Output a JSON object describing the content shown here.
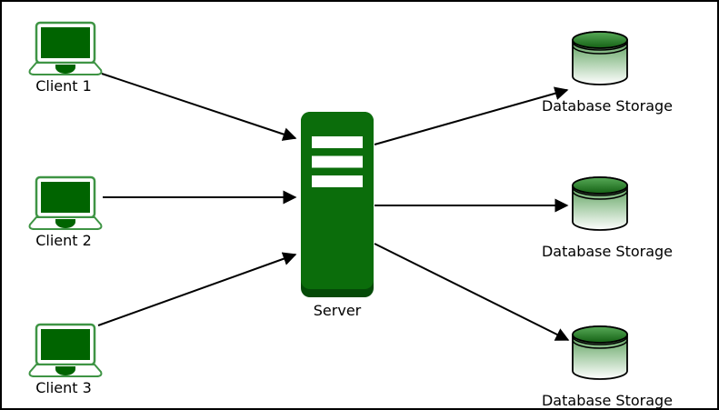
{
  "diagram": {
    "clients": [
      {
        "label": "Client 1"
      },
      {
        "label": "Client 2"
      },
      {
        "label": "Client 3"
      }
    ],
    "server": {
      "label": "Server"
    },
    "databases": [
      {
        "label": "Database Storage"
      },
      {
        "label": "Database Storage"
      },
      {
        "label": "Database Storage"
      }
    ],
    "colors": {
      "laptop_outline": "#3e9444",
      "laptop_screen": "#006400",
      "server_body": "#0b6d0b",
      "server_shadow": "#054a08",
      "server_slot": "#ffffff",
      "cylinder_top_light": "#58aa58",
      "cylinder_top_dark": "#146114",
      "cylinder_body_top": "#3c8f3c",
      "cylinder_body_bottom": "#ffffff",
      "arrow": "#000000",
      "background": "#ffffff",
      "border": "#000000"
    }
  }
}
